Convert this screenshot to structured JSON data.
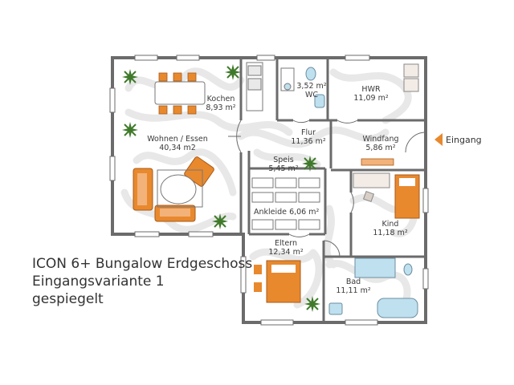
{
  "rooms": {
    "kochen": {
      "name": "Kochen",
      "area": "8,93 m²"
    },
    "wc": {
      "name": "WC",
      "area": "3,52 m²"
    },
    "hwr": {
      "name": "HWR",
      "area": "11,09 m²"
    },
    "wohnen": {
      "name": "Wohnen / Essen",
      "area": "40,34 m2"
    },
    "flur": {
      "name": "Flur",
      "area": "11,36 m²"
    },
    "windfang": {
      "name": "Windfang",
      "area": "5,86 m²"
    },
    "speis": {
      "name": "Speis",
      "area": "5,45 m²"
    },
    "ankleide": {
      "name": "Ankleide",
      "area": "6,06 m²"
    },
    "kind": {
      "name": "Kind",
      "area": "11,18 m²"
    },
    "eltern": {
      "name": "Eltern",
      "area": "12,34 m²"
    },
    "bad": {
      "name": "Bad",
      "area": "11,11 m²"
    }
  },
  "entrance": {
    "label": "Eingang"
  },
  "caption": {
    "line1": "ICON 6+ Bungalow Erdgeschoss",
    "line2": "Eingangsvariante 1",
    "line3": "gespiegelt"
  },
  "colors": {
    "wall": "#6b6b6b",
    "floor": "#ffffff",
    "path_fill": "#e9e9e9",
    "furniture_accent": "#e8892e",
    "plant": "#3f7a2a",
    "sanitary": "#bfe0ef",
    "furniture_neutral": "#d8cfc6"
  },
  "icons": [
    "plant-icon",
    "sofa-icon",
    "bed-icon",
    "bathtub-icon",
    "shower-icon",
    "toilet-icon",
    "arrow-left-icon"
  ]
}
